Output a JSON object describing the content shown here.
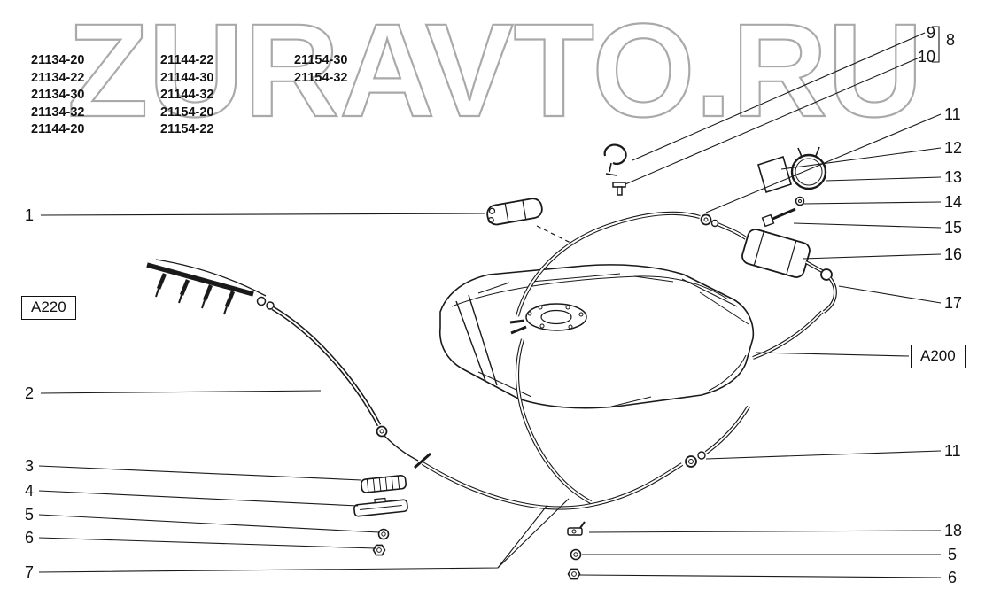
{
  "watermark": {
    "text": "ZURAVTO.RU"
  },
  "model_numbers": {
    "col1": [
      "21134-20",
      "21134-22",
      "21134-30",
      "21134-32",
      "21144-20"
    ],
    "col2": [
      "21144-22",
      "21144-30",
      "21144-32",
      "21154-20",
      "21154-22"
    ],
    "col3": [
      "21154-30",
      "21154-32"
    ]
  },
  "region_labels": {
    "a220": "A220",
    "a200": "A200"
  },
  "callouts": {
    "n1": "1",
    "n2": "2",
    "n3": "3",
    "n4": "4",
    "n5": "5",
    "n6": "6",
    "n7": "7",
    "n8": "8",
    "n9": "9",
    "n10": "10",
    "n11_upper": "11",
    "n12": "12",
    "n13": "13",
    "n14": "14",
    "n15": "15",
    "n16": "16",
    "n17": "17",
    "n11_lower": "11",
    "n18": "18",
    "n5_lower": "5",
    "n6_lower": "6"
  }
}
